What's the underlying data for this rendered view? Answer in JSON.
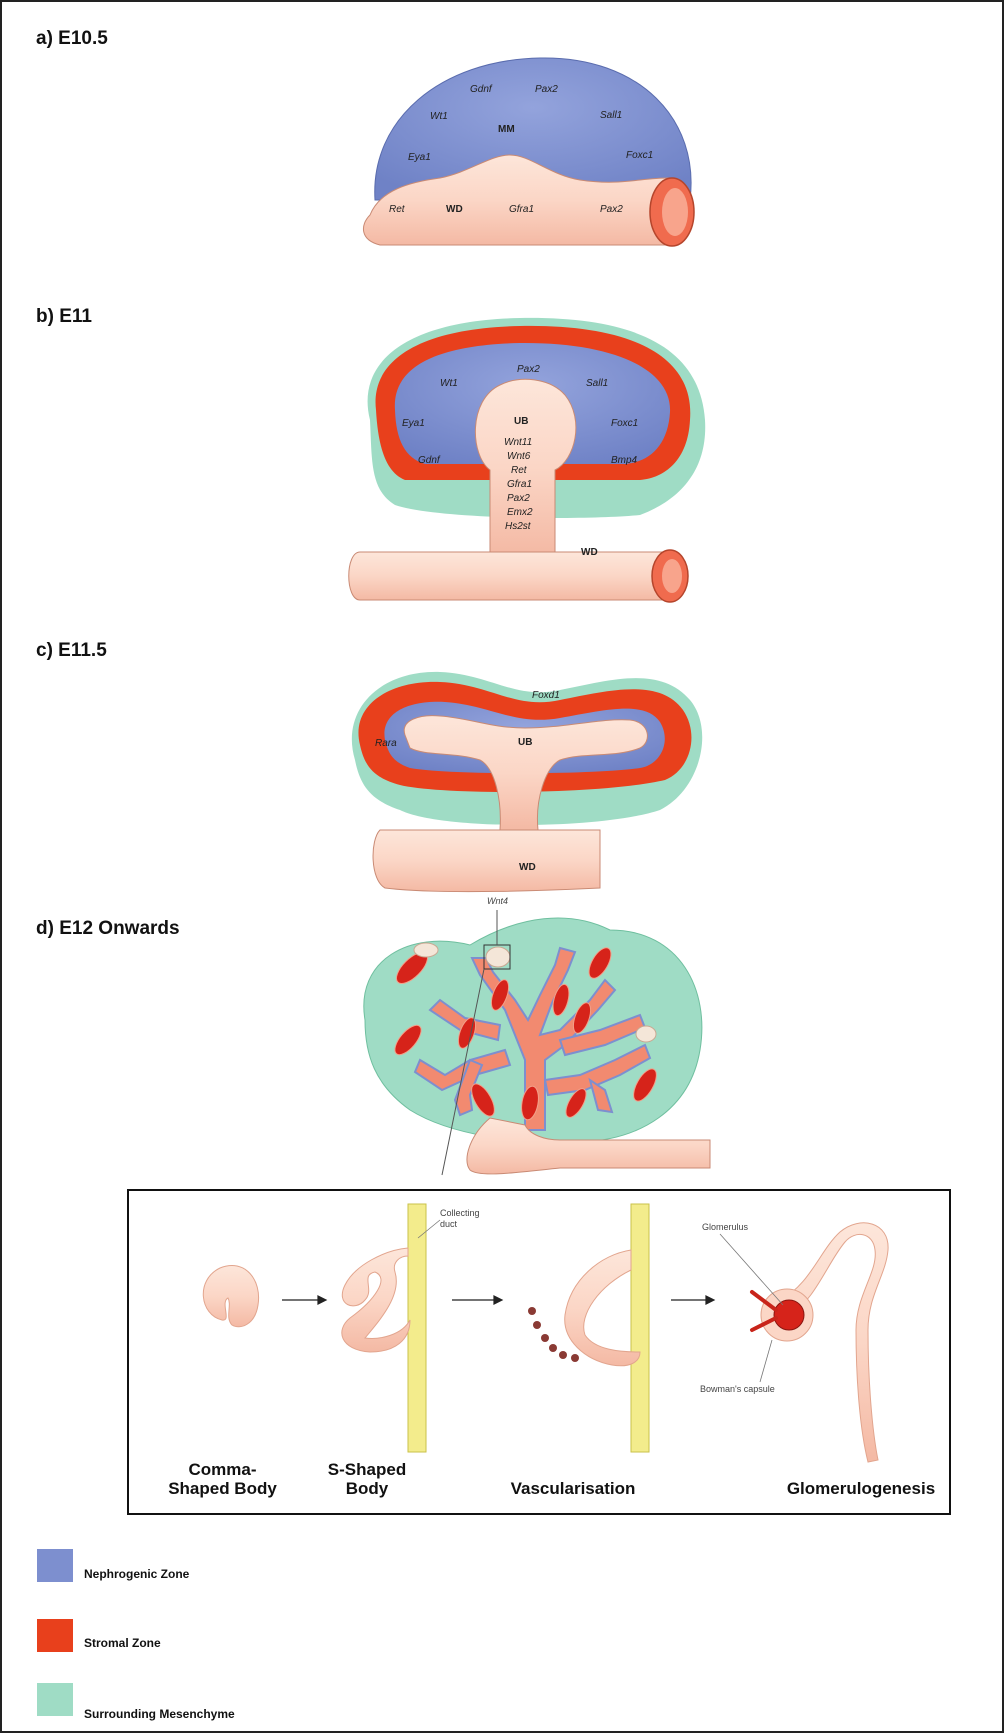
{
  "panels": {
    "a": {
      "title": "a) E10.5",
      "mm_label": "MM",
      "wd_label": "WD",
      "mm_genes": [
        "Gdnf",
        "Pax2",
        "Wt1",
        "Sall1",
        "Eya1",
        "Foxc1"
      ],
      "wd_genes": [
        "Ret",
        "Gfra1",
        "Pax2"
      ]
    },
    "b": {
      "title": "b) E11",
      "ub_label": "UB",
      "wd_label": "WD",
      "mm_genes": [
        "Pax2",
        "Wt1",
        "Sall1",
        "Eya1",
        "Foxc1",
        "Gdnf",
        "Bmp4"
      ],
      "ub_genes": [
        "Wnt11",
        "Wnt6",
        "Ret",
        "Gfra1",
        "Pax2",
        "Emx2",
        "Hs2st"
      ]
    },
    "c": {
      "title": "c) E11.5",
      "ub_label": "UB",
      "wd_label": "WD",
      "foxd1": "Foxd1",
      "rara": "Rara"
    },
    "d": {
      "title": "d) E12 Onwards",
      "wnt4": "Wnt4"
    }
  },
  "inset": {
    "collecting_duct": "Collecting\nduct",
    "glomerulus": "Glomerulus",
    "bowmans_capsule": "Bowman's capsule",
    "stages": [
      "Comma-\nShaped Body",
      "S-Shaped\nBody",
      "Vascularisation",
      "Glomerulogenesis"
    ]
  },
  "legend": [
    {
      "label": "Nephrogenic Zone",
      "color": "#7d8fcf"
    },
    {
      "label": "Stromal Zone",
      "color": "#e8401c"
    },
    {
      "label": "Surrounding Mesenchyme",
      "color": "#9fdcc5"
    }
  ],
  "colors": {
    "nephrogenic": "#7d8fcf",
    "stromal": "#e8401c",
    "mesenchyme": "#9fdcc5",
    "epithelium": "#fad4c4",
    "epithelium_dark": "#f28a70",
    "duct_yellow": "#f3ec8c"
  }
}
